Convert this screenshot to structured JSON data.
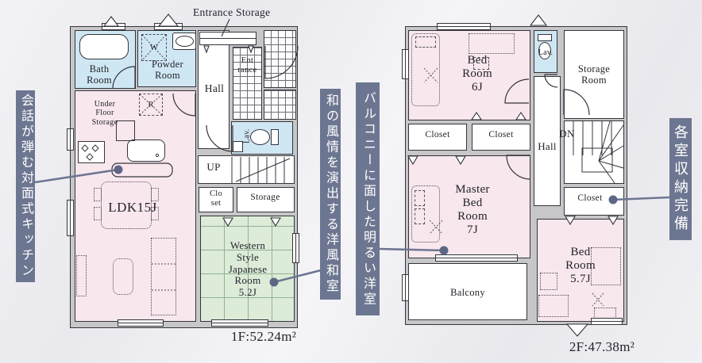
{
  "callouts": {
    "kitchen": {
      "text": "会話が弾む対面式キッチン"
    },
    "japanese_room": {
      "text": "和の風情を演出する洋風和室"
    },
    "bright_room": {
      "text": "バルコニーに面した明るい洋室"
    },
    "storage": {
      "text": "各室収納完備"
    }
  },
  "floor1": {
    "area": "1F:52.24m²",
    "entrance_storage": "Entrance Storage",
    "bath": "Bath\nRoom",
    "powder": "Powder\nRoom",
    "washer": "W",
    "hall": "Hall",
    "entrance": "Ent\nrance",
    "lav": "Lav.",
    "up": "UP",
    "closet": "Clo\nset",
    "storage": "Storage",
    "under_floor_storage": "Under\nFloor\nStorage",
    "fridge": "R",
    "ldk": "LDK15J",
    "japanese_room": "Western\nStyle\nJapanese\nRoom\n5.2J"
  },
  "floor2": {
    "area": "2F:47.38m²",
    "bedroom6": "Bed\nRoom\n6J",
    "lav": "Lav.",
    "storage_room": "Storage\nRoom",
    "closet_left": "Closet",
    "closet_right": "Closet",
    "hall": "Hall",
    "dn": "DN",
    "master_bedroom": "Master\nBed\nRoom\n7J",
    "closet_small": "Closet",
    "bedroom57": "Bed\nRoom\n5.7J",
    "balcony": "Balcony"
  },
  "colors": {
    "banner": "#6d7691",
    "callout_dot": "#5d6785",
    "room_pink": "#f9e7ee",
    "room_blue": "#cfe7f2",
    "room_green": "#dcecd9",
    "wall_gray": "#c7c7c9"
  }
}
